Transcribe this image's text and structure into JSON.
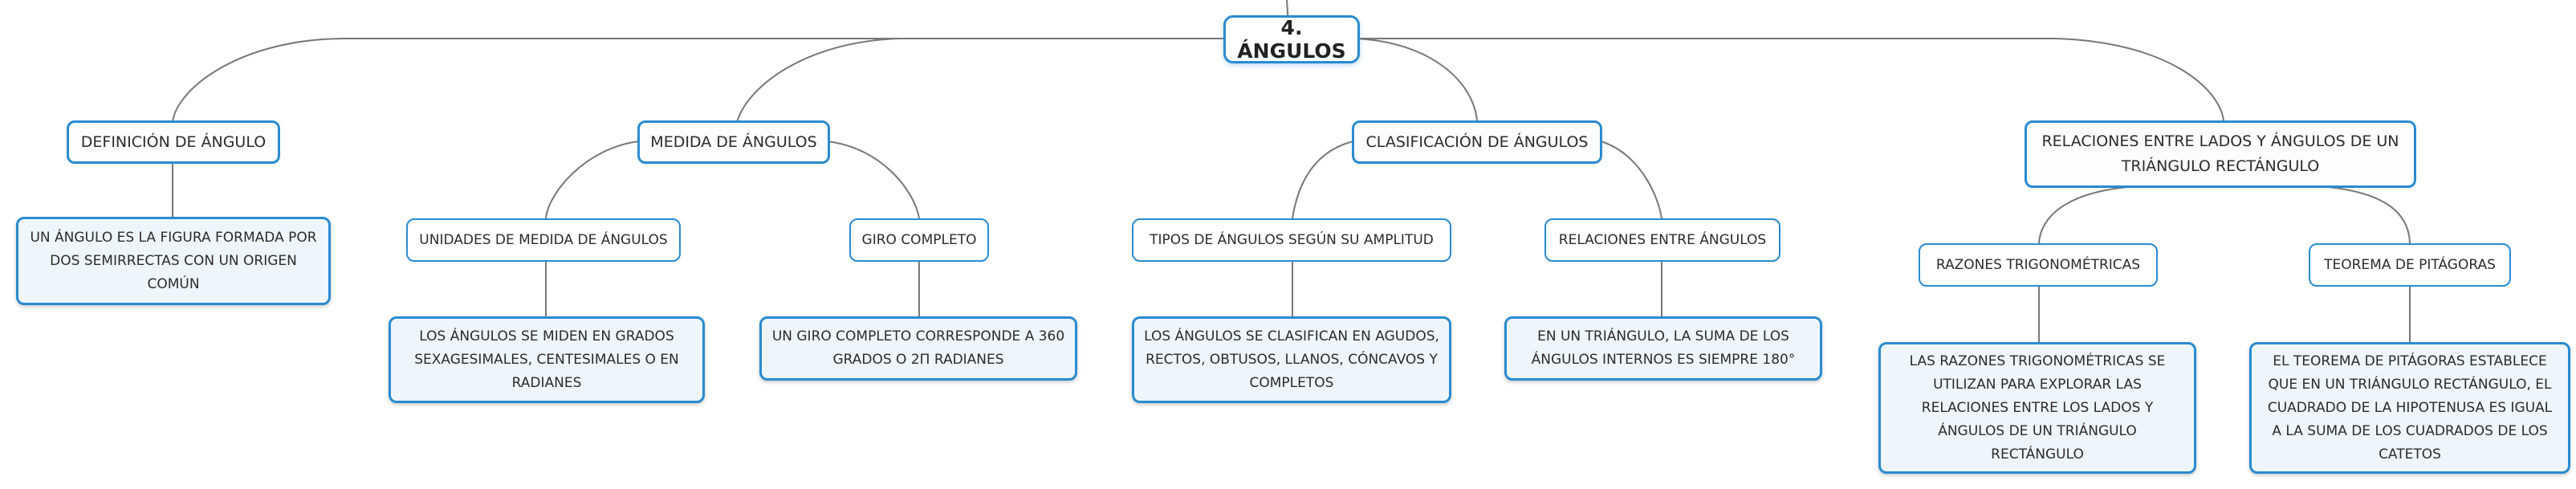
{
  "main": "4. ÁNGULOS",
  "topics": {
    "definicion": "DEFINICIÓN DE ÁNGULO",
    "medida": "MEDIDA DE ÁNGULOS",
    "clasificacion": "CLASIFICACIÓN DE ÁNGULOS",
    "relaciones": "RELACIONES ENTRE LADOS Y ÁNGULOS DE UN TRIÁNGULO RECTÁNGULO"
  },
  "subtopics": {
    "unidades": "UNIDADES DE MEDIDA DE ÁNGULOS",
    "giro": "GIRO COMPLETO",
    "tipos": "TIPOS DE ÁNGULOS SEGÚN SU AMPLITUD",
    "relaciones_angulos": "RELACIONES ENTRE ÁNGULOS",
    "razones": "RAZONES TRIGONOMÉTRICAS",
    "pitagoras": "TEOREMA DE PITÁGORAS"
  },
  "leaves": {
    "definicion": "UN ÁNGULO ES LA FIGURA FORMADA POR DOS SEMIRRECTAS CON UN ORIGEN COMÚN",
    "unidades": "LOS ÁNGULOS SE MIDEN EN GRADOS SEXAGESIMALES, CENTESIMALES O EN RADIANES",
    "giro": "UN GIRO COMPLETO CORRESPONDE A 360 GRADOS O 2Π RADIANES",
    "tipos": "LOS ÁNGULOS SE CLASIFICAN EN AGUDOS, RECTOS, OBTUSOS, LLANOS, CÓNCAVOS Y COMPLETOS",
    "relaciones_angulos": "EN UN TRIÁNGULO, LA SUMA DE LOS ÁNGULOS INTERNOS ES SIEMPRE 180°",
    "razones": "LAS RAZONES TRIGONOMÉTRICAS SE UTILIZAN PARA EXPLORAR LAS RELACIONES ENTRE LOS LADOS Y ÁNGULOS DE UN TRIÁNGULO RECTÁNGULO",
    "pitagoras": "EL TEOREMA DE PITÁGORAS ESTABLECE QUE EN UN TRIÁNGULO RECTÁNGULO, EL CUADRADO DE LA HIPOTENUSA ES IGUAL A LA SUMA DE LOS CUADRADOS DE LOS CATETOS"
  },
  "colors": {
    "border": "#2a8bd0",
    "connector": "#777777",
    "leaf_fill": "#eef6fc"
  }
}
